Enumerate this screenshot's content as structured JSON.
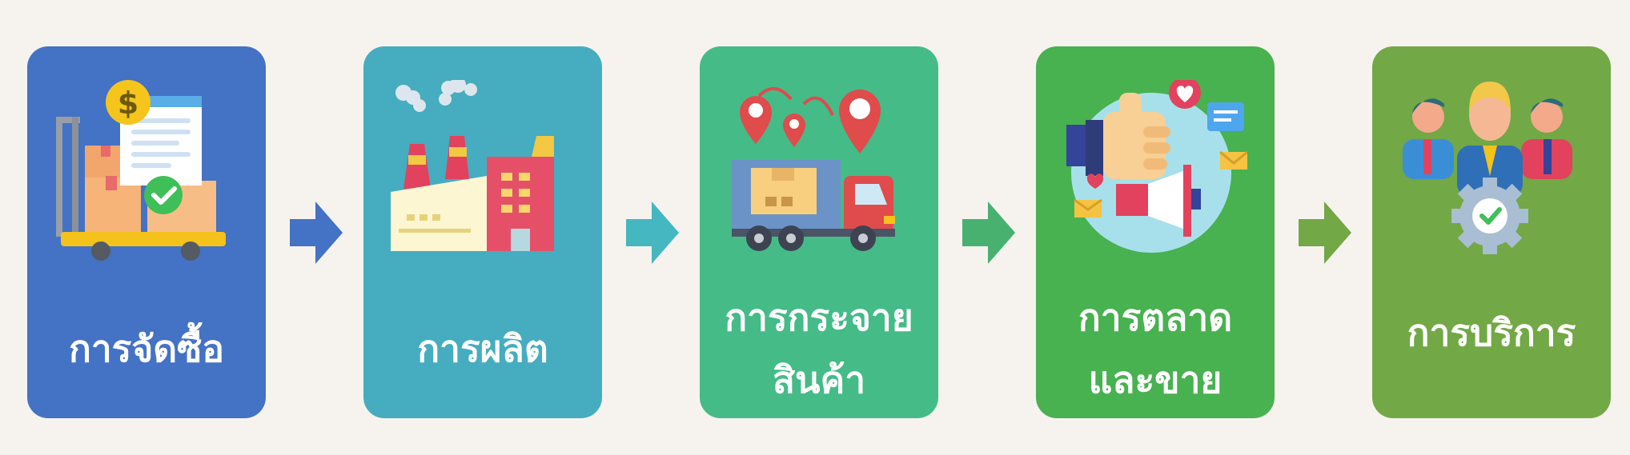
{
  "stages": [
    {
      "lines": [
        "การจัดซื้อ"
      ],
      "color": "#4472c4",
      "icon": "procurement-cart-icon"
    },
    {
      "lines": [
        "การผลิต"
      ],
      "color": "#45adbf",
      "icon": "factory-icon"
    },
    {
      "lines": [
        "การกระจาย",
        "สินค้า"
      ],
      "color": "#45bb88",
      "icon": "delivery-truck-icon"
    },
    {
      "lines": [
        "การตลาด",
        "และขาย"
      ],
      "color": "#48b150",
      "icon": "marketing-thumbs-up-icon"
    },
    {
      "lines": [
        "การบริการ"
      ],
      "color": "#72a845",
      "icon": "service-team-gear-icon"
    }
  ],
  "arrows": [
    {
      "color": "#4472c4",
      "icon": "arrow-right-icon"
    },
    {
      "color": "#45b7c1",
      "icon": "arrow-right-icon"
    },
    {
      "color": "#48b170",
      "icon": "arrow-right-icon"
    },
    {
      "color": "#72a845",
      "icon": "arrow-right-icon"
    }
  ]
}
